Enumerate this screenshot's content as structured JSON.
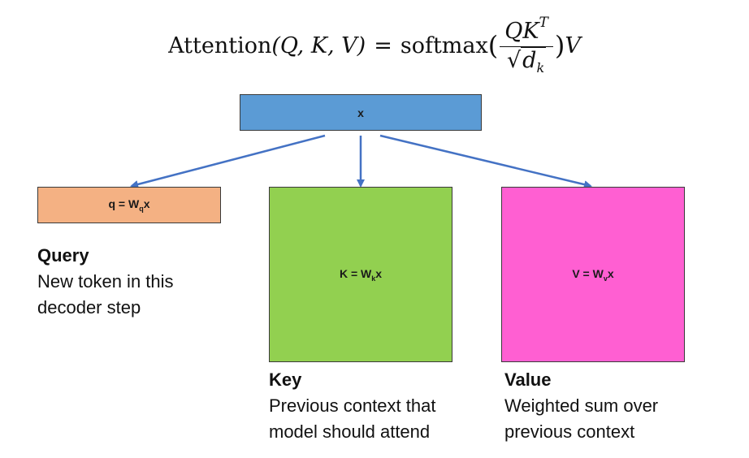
{
  "formula": {
    "func": "Attention",
    "args": "(Q, K, V)",
    "equals": "=",
    "softmax": "softmax",
    "numerator": "QK",
    "numerator_sup": "T",
    "denominator": "d",
    "denominator_sub": "k",
    "open_paren": "(",
    "close_paren": ")",
    "trailing": "V"
  },
  "input_box": {
    "label": "x",
    "color": "#5b9bd5"
  },
  "query_box": {
    "prefix": "q = W",
    "sub": "q",
    "suffix": "x",
    "color": "#f4b183"
  },
  "key_box": {
    "prefix": "K = W",
    "sub": "k",
    "suffix": "x",
    "color": "#92d050"
  },
  "value_box": {
    "prefix": "V = W",
    "sub": "v",
    "suffix": "x",
    "color": "#ff5fd2"
  },
  "captions": {
    "query": {
      "title": "Query",
      "line1": "New token in this",
      "line2": "decoder step"
    },
    "key": {
      "title": "Key",
      "line1": "Previous context that",
      "line2": "model should attend"
    },
    "value": {
      "title": "Value",
      "line1": "Weighted sum over",
      "line2": "previous context"
    }
  },
  "arrow_color": "#4472c4"
}
